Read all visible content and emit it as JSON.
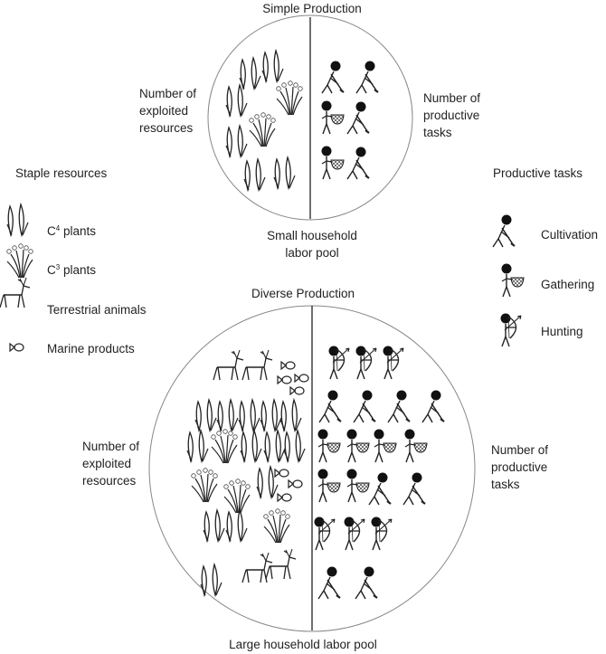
{
  "top_title": "Simple Production",
  "top_left_label": "Number of\nexploited\nresources",
  "top_right_label": "Number of\nproductive\ntasks",
  "top_bottom_label": "Small household\nlabor pool",
  "bottom_title": "Diverse Production",
  "bottom_left_label": "Number of\nexploited\nresources",
  "bottom_right_label": "Number of\nproductive\ntasks",
  "bottom_bottom_label": "Large household labor pool",
  "legend_resources": {
    "title": "Staple resources",
    "c4_prefix": "C",
    "c4_sup": "4",
    "c4_suffix": " plants",
    "c3_prefix": "C",
    "c3_sup": "3",
    "c3_suffix": " plants",
    "terrestrial": "Terrestrial animals",
    "marine": "Marine products"
  },
  "legend_tasks": {
    "title": "Productive tasks",
    "cultivation": "Cultivation",
    "gathering": "Gathering",
    "hunting": "Hunting"
  },
  "colors": {
    "ink": "#222222",
    "circle": "#888888"
  },
  "icons": [
    "c4-plant-icon",
    "c3-plant-icon",
    "deer-icon",
    "fish-icon",
    "cultivator-icon",
    "gatherer-icon",
    "hunter-icon"
  ]
}
